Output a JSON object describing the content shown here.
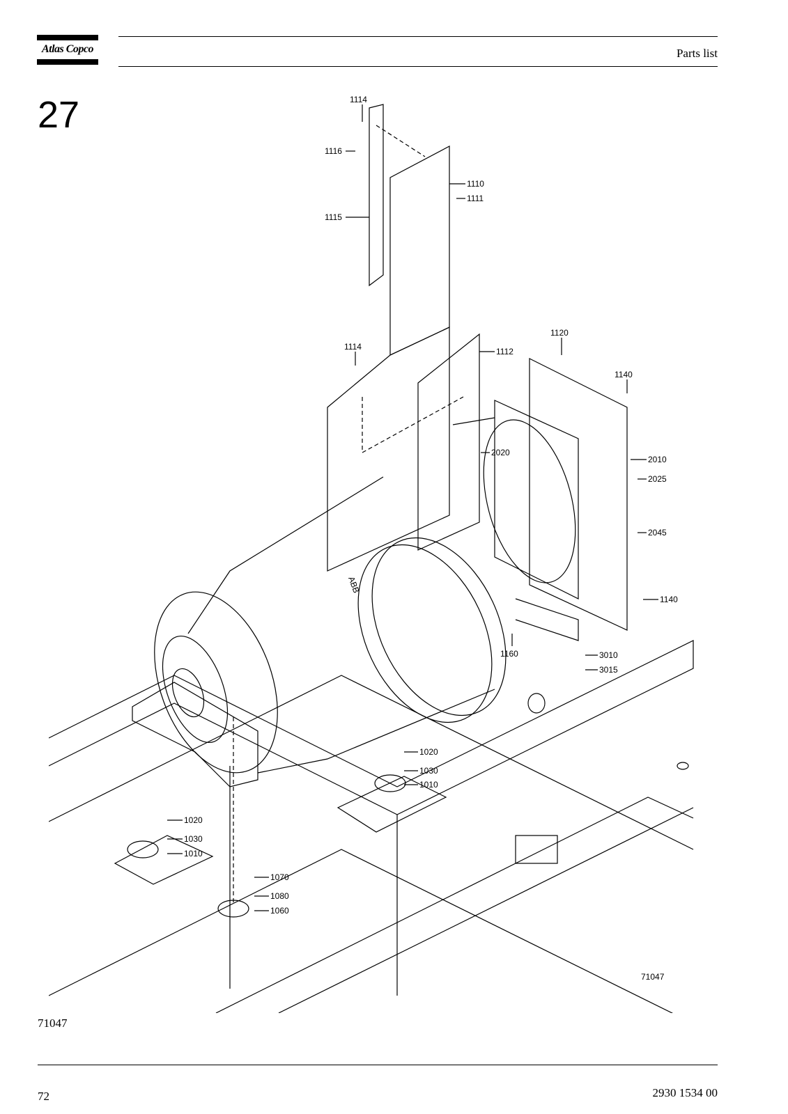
{
  "header": {
    "logo_text": "Atlas Copco",
    "section_title": "Parts list"
  },
  "figure": {
    "number": "27",
    "drawing_code_inside": "71047",
    "drawing_code_caption": "71047",
    "callouts": [
      {
        "id": "c1114a",
        "text": "1114"
      },
      {
        "id": "c1116",
        "text": "1116"
      },
      {
        "id": "c1110",
        "text": "1110"
      },
      {
        "id": "c1111",
        "text": "1111"
      },
      {
        "id": "c1115",
        "text": "1115"
      },
      {
        "id": "c1114b",
        "text": "1114"
      },
      {
        "id": "c1112",
        "text": "1112"
      },
      {
        "id": "c1120",
        "text": "1120"
      },
      {
        "id": "c1140a",
        "text": "1140"
      },
      {
        "id": "c2020",
        "text": "2020"
      },
      {
        "id": "c2010",
        "text": "2010"
      },
      {
        "id": "c2025",
        "text": "2025"
      },
      {
        "id": "c2045",
        "text": "2045"
      },
      {
        "id": "c1140b",
        "text": "1140"
      },
      {
        "id": "c1160",
        "text": "1160"
      },
      {
        "id": "c3010",
        "text": "3010"
      },
      {
        "id": "c3015",
        "text": "3015"
      },
      {
        "id": "c1020a",
        "text": "1020"
      },
      {
        "id": "c1030a",
        "text": "1030"
      },
      {
        "id": "c1010a",
        "text": "1010"
      },
      {
        "id": "c1020b",
        "text": "1020"
      },
      {
        "id": "c1030b",
        "text": "1030"
      },
      {
        "id": "c1010b",
        "text": "1010"
      },
      {
        "id": "c1070",
        "text": "1070"
      },
      {
        "id": "c1080",
        "text": "1080"
      },
      {
        "id": "c1060",
        "text": "1060"
      }
    ],
    "motor_brand_mark": "ABB"
  },
  "footer": {
    "page_number": "72",
    "document_number": "2930 1534 00"
  }
}
